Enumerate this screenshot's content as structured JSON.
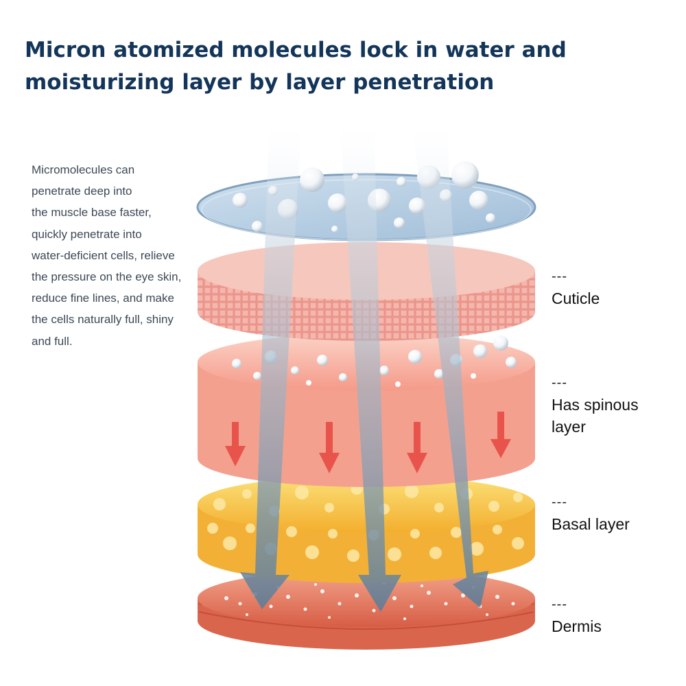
{
  "header": {
    "title_lines": [
      "Micron atomized molecules lock in water and",
      "moisturizing layer by layer penetration"
    ]
  },
  "description": {
    "lines": [
      "Micromolecules can",
      "penetrate deep into",
      "the muscle base faster,",
      "quickly penetrate into",
      "water-deficient cells, relieve",
      "the pressure on the eye skin,",
      "reduce fine lines, and make",
      "the cells naturally full, shiny",
      "and full."
    ]
  },
  "layers": [
    {
      "dash": "---",
      "name": "Cuticle",
      "color": "#f2a9a0"
    },
    {
      "dash": "---",
      "name": "Has spinous layer",
      "color": "#f4a192"
    },
    {
      "dash": "---",
      "name": "Basal layer",
      "color": "#f6c64a"
    },
    {
      "dash": "---",
      "name": "Dermis",
      "color": "#e66f57"
    }
  ],
  "colors": {
    "title": "#14355a",
    "water_disc": "#b6cfe4",
    "penetration_arrow": "#5f7d96",
    "down_arrow": "#e5473f"
  }
}
